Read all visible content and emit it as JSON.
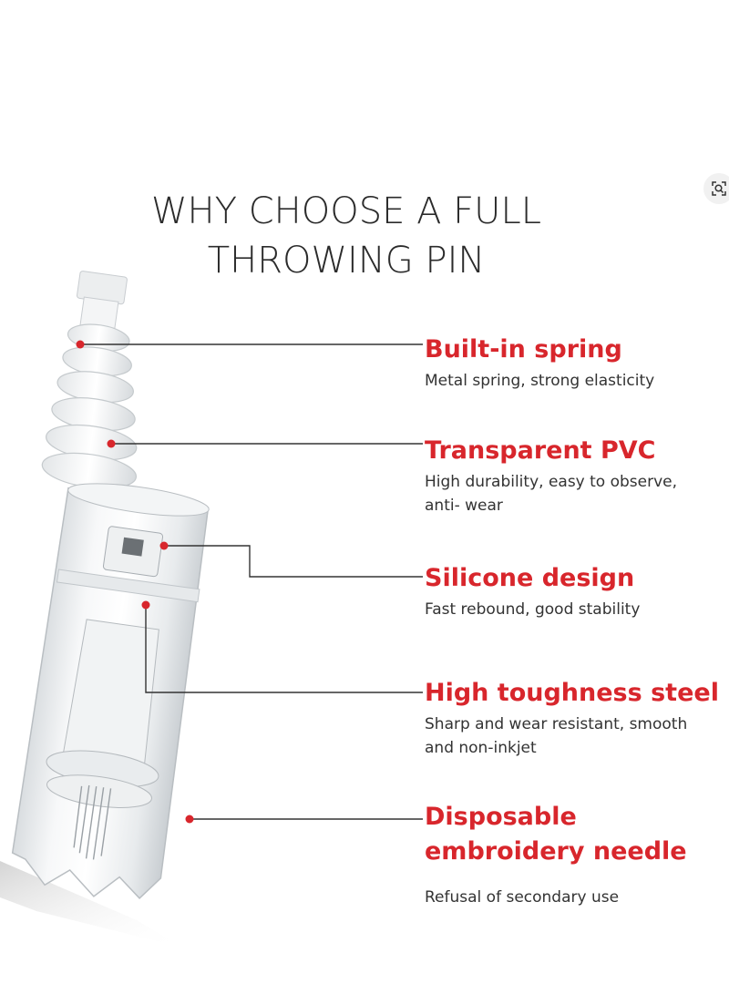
{
  "title": {
    "line1": "WHY CHOOSE A FULL",
    "line2": "THROWING PIN"
  },
  "toolbar": {
    "zoom_icon": "zoom-search-icon"
  },
  "colors": {
    "accent": "#d8262c",
    "leader": "#333333",
    "text": "#333333"
  },
  "features": [
    {
      "heading": "Built-in spring",
      "desc": [
        "Metal spring, strong elasticity"
      ]
    },
    {
      "heading": "Transparent PVC",
      "desc": [
        "High durability, easy to observe,",
        "anti- wear"
      ]
    },
    {
      "heading": "Silicone design",
      "desc": [
        "Fast rebound, good stability"
      ]
    },
    {
      "heading": "High toughness steel",
      "desc": [
        "Sharp and wear resistant, smooth",
        "and non-inkjet"
      ]
    },
    {
      "heading": [
        "Disposable",
        "embroidery needle"
      ],
      "desc": [
        "Refusal of secondary use"
      ]
    }
  ]
}
